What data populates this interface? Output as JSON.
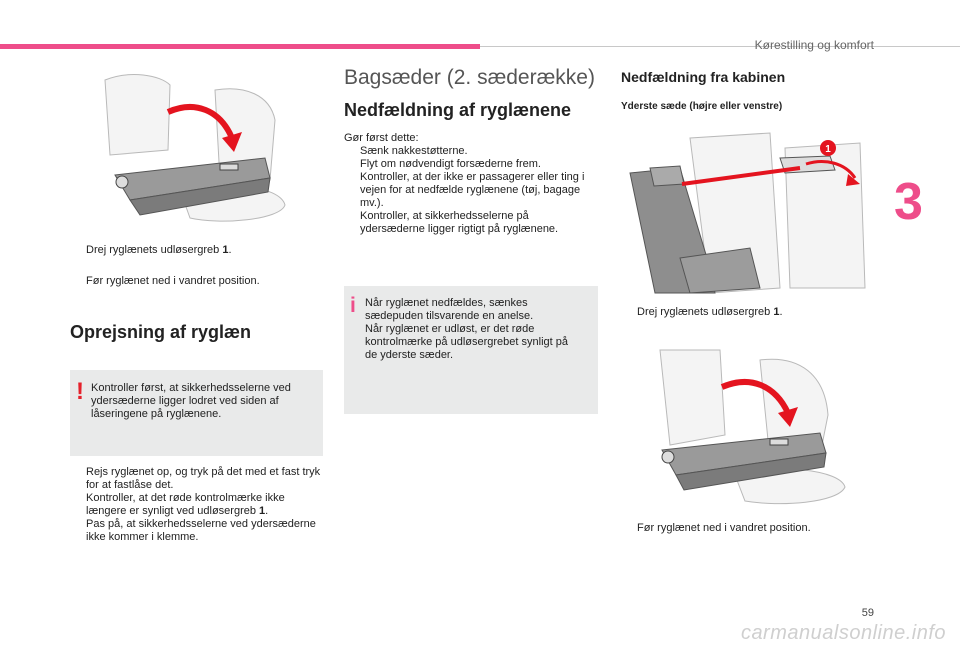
{
  "header": {
    "section_title": "Kørestilling og komfort",
    "chapter_number": "3",
    "page_number": "59"
  },
  "watermark": "carmanualsonline.info",
  "colors": {
    "accent": "#ee4d8a",
    "warning": "#e5202a",
    "box_bg": "#e9eaea"
  },
  "icons": {
    "bullet": "checkbox-square-icon",
    "warning": "exclamation-icon",
    "info": "info-icon"
  },
  "left": {
    "steps_fold": [
      {
        "mark": "",
        "text": "Drej ryglænets udløsergreb ",
        "ref": "1",
        "end": "."
      },
      {
        "mark": "",
        "text": "Før ryglænet ned i vandret position."
      }
    ],
    "heading_raise": "Oprejsning af ryglæn",
    "warning_text": "Kontroller først, at sikkerhedsselerne ved ydersæderne ligger lodret ved siden af låseringene på ryglænene.",
    "steps_raise": [
      {
        "mark": "",
        "text": "Rejs ryglænet op, og tryk på det med et fast tryk for at fastlåse det."
      },
      {
        "mark": "",
        "text": "Kontroller, at det røde kontrolmærke ikke længere er synligt ved udløsergreb ",
        "ref": "1",
        "end": "."
      },
      {
        "mark": "",
        "text": "Pas på, at sikkerhedsselerne ved ydersæderne ikke kommer i klemme."
      }
    ]
  },
  "middle": {
    "title": "Bagsæder (2. sæderække)",
    "heading": "Nedfældning af ryglænene",
    "intro": "Gør først dette:",
    "steps": [
      {
        "mark": "",
        "text": "Sænk nakkestøtterne."
      },
      {
        "mark": "",
        "text": "Flyt om nødvendigt forsæderne frem."
      },
      {
        "mark": "",
        "text": "Kontroller, at der ikke er passagerer eller ting i vejen for at nedfælde ryglænene (tøj, bagage mv.)."
      },
      {
        "mark": "",
        "text": "Kontroller, at sikkerhedsselerne på ydersæderne ligger rigtigt på ryglænene."
      }
    ],
    "info_lines": [
      "Når ryglænet nedfældes, sænkes",
      "sædepuden tilsvarende en anelse.",
      "Når ryglænet er udløst, er det røde",
      "kontrolmærke på udløsergrebet synligt på",
      "de yderste sæder."
    ]
  },
  "right": {
    "heading": "Nedfældning fra kabinen",
    "subheading": "Yderste sæde (højre eller venstre)",
    "callout_label": "1",
    "step1": {
      "mark": "",
      "text": "Drej ryglænets udløsergreb ",
      "ref": "1",
      "end": "."
    },
    "step2": {
      "mark": "",
      "text": "Før ryglænet ned i vandret position."
    }
  }
}
